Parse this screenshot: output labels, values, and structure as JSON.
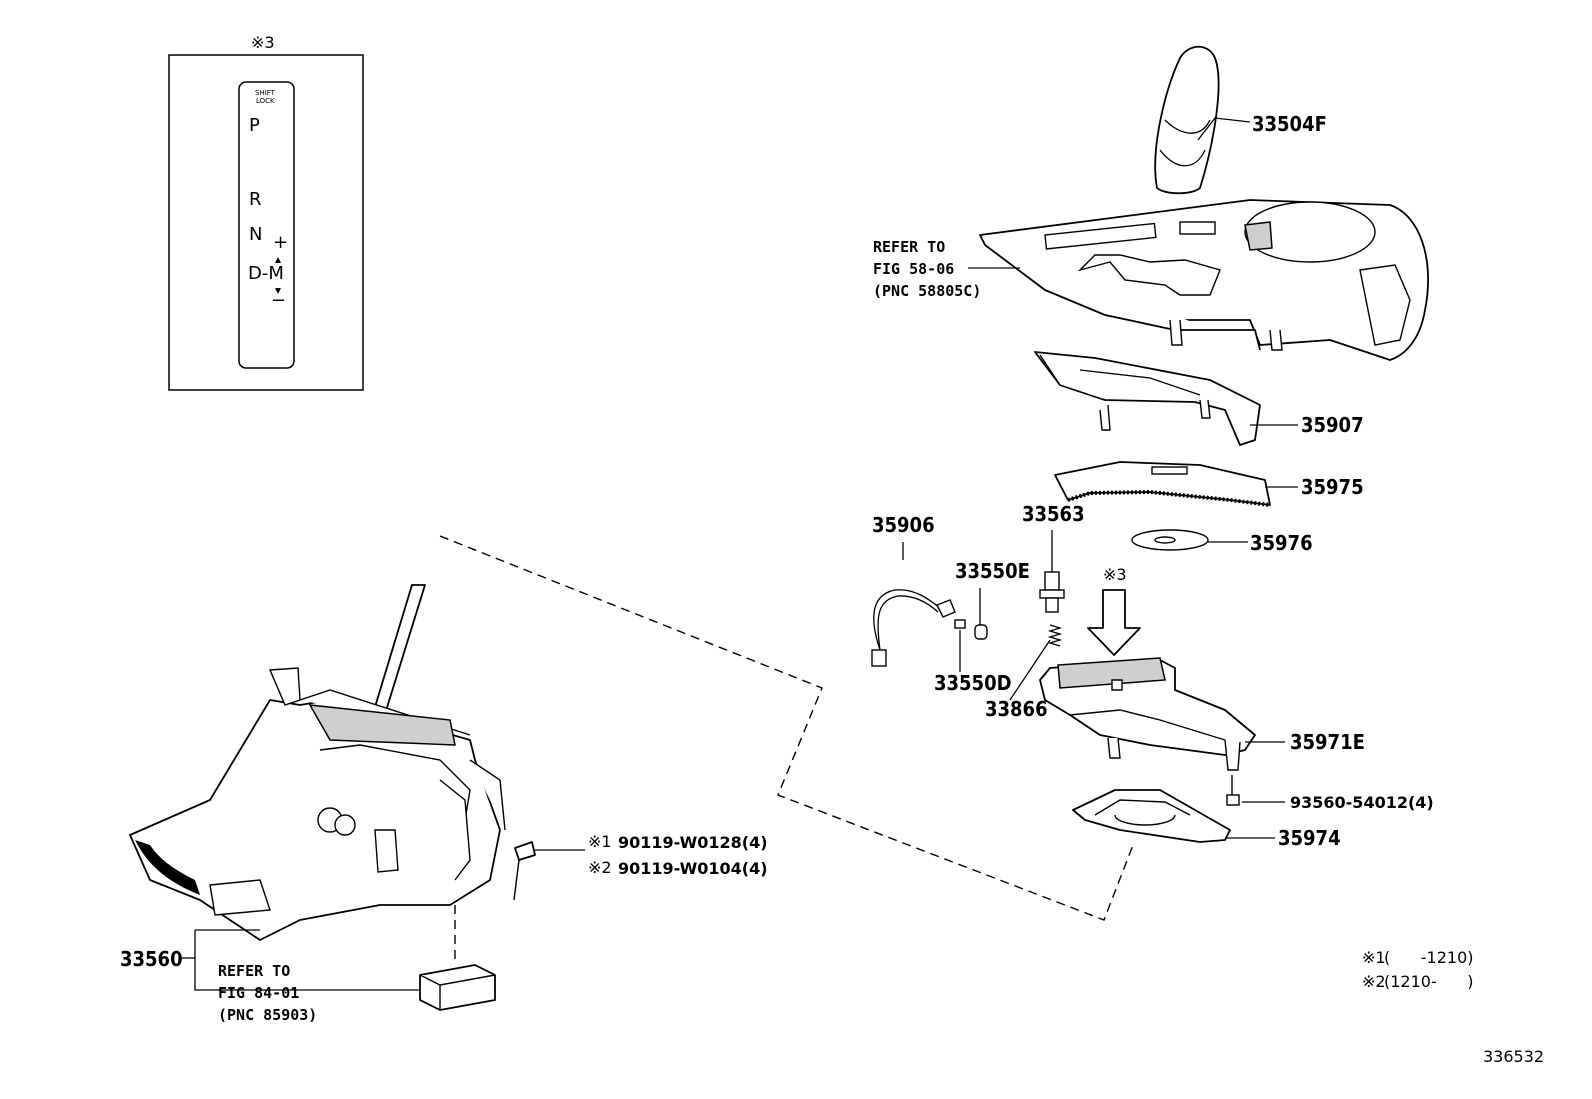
{
  "gate_panel": {
    "mark": "※3",
    "shift_lock_line1": "SHIFT",
    "shift_lock_line2": "LOCK",
    "positions": {
      "p": "P",
      "r": "R",
      "n": "N",
      "d": "D-M",
      "plus": "+",
      "minus": "−"
    }
  },
  "callouts": {
    "c33504f": "33504F",
    "c35907": "35907",
    "c35975": "35975",
    "c35976": "35976",
    "c35906": "35906",
    "c33563": "33563",
    "c33550e": "33550E",
    "c33550d": "33550D",
    "c33866": "33866",
    "c35971e": "35971E",
    "c93560": "93560-54012(4)",
    "c35974": "35974",
    "c33560": "33560",
    "c90119a": "90119-W0128(4)",
    "c90119b": "90119-W0104(4)"
  },
  "marks": {
    "m1": "※1",
    "m2": "※2",
    "m3": "※3"
  },
  "refs": {
    "top_line1": "REFER TO",
    "top_line2": "FIG 58-06",
    "top_line3": "(PNC 58805C)",
    "bottom_line1": "REFER TO",
    "bottom_line2": "FIG 84-01",
    "bottom_line3": "(PNC 85903)"
  },
  "notes": {
    "n1_mark": "※1",
    "n1_text": "(      -1210)",
    "n2_mark": "※2",
    "n2_text": "(1210-      )"
  },
  "illustration_number": "336532"
}
